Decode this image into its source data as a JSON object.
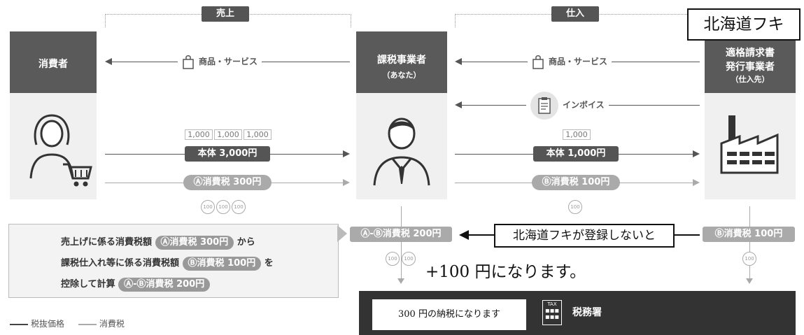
{
  "brackets": {
    "sales": "売上",
    "purchases": "仕入"
  },
  "overlay_title": "北海道フキ",
  "columns": {
    "consumer": {
      "title": "消費者"
    },
    "taxpayer": {
      "title": "課税事業者",
      "subtitle": "（あなた）"
    },
    "supplier": {
      "title_line1": "適格請求書",
      "title_line2": "発行事業者",
      "subtitle": "（仕入先）"
    }
  },
  "flows": {
    "goods_left": "商品・サービス",
    "goods_right": "商品・サービス",
    "invoice": "インボイス"
  },
  "sales": {
    "notes": [
      "1,000",
      "1,000",
      "1,000"
    ],
    "body_price": "本体 3,000円",
    "tax": "Ⓐ消費税 300円",
    "coins": [
      "100",
      "100",
      "100"
    ]
  },
  "purchases": {
    "notes": [
      "1,000"
    ],
    "body_price": "本体 1,000円",
    "tax": "Ⓑ消費税 100円",
    "coins": [
      "100"
    ]
  },
  "payments": {
    "taxpayer_tax": "Ⓐ-Ⓑ消費税 200円",
    "taxpayer_coins": [
      "100",
      "100"
    ],
    "supplier_tax": "Ⓑ消費税 100円",
    "supplier_coins": [
      "100"
    ]
  },
  "callout": {
    "line1_pre": "売上げに係る消費税額",
    "line1_chip": "Ⓐ消費税 300円",
    "line1_post": "から",
    "line2_pre": "課税仕入れ等に係る消費税額",
    "line2_chip": "Ⓑ消費税 100円",
    "line2_post": "を",
    "line3_pre": "控除して計算",
    "line3_chip": "Ⓐ-Ⓑ消費税 200円"
  },
  "annotations": {
    "not_registered": "北海道フキが登録しないと",
    "plus_100": "+100 円になります。",
    "tax_300": "300 円の納税になります"
  },
  "legend": {
    "pre_tax": "税抜価格",
    "tax": "消費税"
  },
  "tax_office": {
    "icon_label": "TAX",
    "name": "税務署"
  }
}
